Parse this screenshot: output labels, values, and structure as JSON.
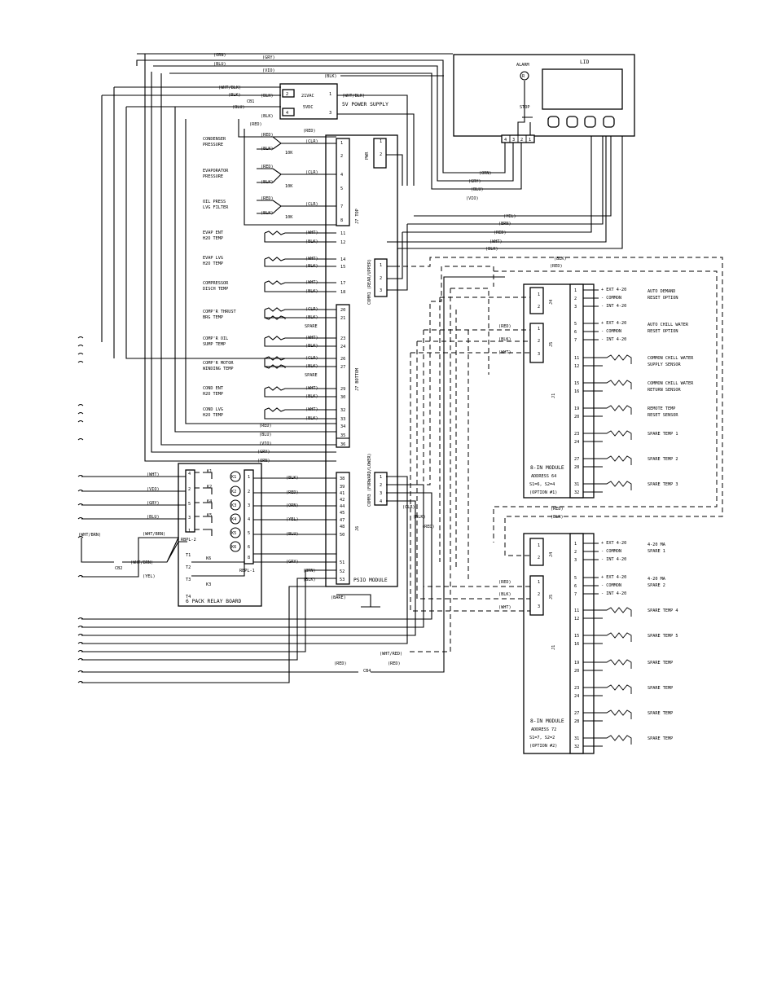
{
  "lid": {
    "title": "LID",
    "alarm": "ALARM",
    "stop": "STOP",
    "terminals": [
      "4",
      "3",
      "2",
      "1"
    ]
  },
  "power_supply": {
    "title": "5V POWER SUPPLY",
    "vac": "21VAC",
    "vdc": "5VDC",
    "pins": [
      "2",
      "4",
      "1",
      "3"
    ],
    "cb": "CB1"
  },
  "psio": {
    "title": "PSIO MODULE",
    "pwr": "PWR",
    "j7top": "J7 TOP",
    "j7bottom": "J7 BOTTOM",
    "j6": "J6",
    "comm1": "COMM1 (REAR/UPPER)",
    "comm3": "COMM3 (FORWARD/LOWER)"
  },
  "sensors": [
    {
      "label1": "CONDENSER",
      "label2": "PRESSURE"
    },
    {
      "label1": "EVAPORATOR",
      "label2": "PRESSURE"
    },
    {
      "label1": "OIL PRESS",
      "label2": "LVG FILTER"
    },
    {
      "label1": "EVAP ENT",
      "label2": "H2O TEMP"
    },
    {
      "label1": "EVAP LVG",
      "label2": "H2O TEMP"
    },
    {
      "label1": "COMPRESSOR",
      "label2": "DISCH TEMP"
    },
    {
      "label1": "COMP'R THRUST",
      "label2": "BRG TEMP"
    },
    {
      "label1": "COMP'R OIL",
      "label2": "SUMP TEMP"
    },
    {
      "label1": "COMP'R MOTOR",
      "label2": "WINDING TEMP"
    },
    {
      "label1": "COND ENT",
      "label2": "H2O TEMP"
    },
    {
      "label1": "COND LVG",
      "label2": "H2O TEMP"
    }
  ],
  "j7_pins": [
    "1",
    "2",
    "4",
    "5",
    "7",
    "8",
    "11",
    "12",
    "14",
    "15",
    "17",
    "18",
    "20",
    "21",
    "23",
    "24",
    "26",
    "27",
    "29",
    "30",
    "32",
    "33",
    "34",
    "35",
    "36"
  ],
  "j6_pins": [
    "38",
    "39",
    "41",
    "42",
    "44",
    "45",
    "47",
    "48",
    "50",
    "51",
    "52",
    "53"
  ],
  "wires": {
    "orn": "(ORN)",
    "gry": "(GRY)",
    "blu": "(BLU)",
    "vio": "(VIO)",
    "blk": "(BLK)",
    "wht_blk": "(WHT/BLK)",
    "red": "(RED)",
    "clr": "(CLR)",
    "wht": "(WHT)",
    "yel": "(YEL)",
    "brn": "(BRN)",
    "bare": "(BARE)",
    "wht_red": "(WHT/RED)",
    "wht_brn": "(WHT/BRN)",
    "spare": "SPARE",
    "tenk": "10K"
  },
  "relay_board": {
    "title": "6 PACK RELAY BOARD",
    "rbpl1": "RBPL-1",
    "rbpl2": "RBPL-2",
    "relays": [
      "K1",
      "K2",
      "K3",
      "K4",
      "K5",
      "K6"
    ],
    "t": [
      "T1",
      "T2",
      "T3",
      "T4"
    ],
    "cb2": "CB2",
    "cb4": "CB4"
  },
  "module1": {
    "title": "8-IN MODULE",
    "address": "ADDRESS 64",
    "switch": "S1=6, S2=4",
    "option": "(OPTION #1)",
    "j4": "J4",
    "j5": "J5",
    "j1": "J1",
    "inputs": [
      {
        "pins": [
          "1",
          "2",
          "3"
        ],
        "a": "+ EXT 4-20",
        "b": "- COMMON",
        "c": "- INT 4-20",
        "l1": "AUTO DEMAND",
        "l2": "RESET OPTION"
      },
      {
        "pins": [
          "5",
          "6",
          "7"
        ],
        "a": "+ EXT 4-20",
        "b": "- COMMON",
        "c": "- INT 4-20",
        "l1": "AUTO CHILL WATER",
        "l2": "RESET OPTION"
      },
      {
        "pins": [
          "11",
          "12"
        ],
        "l1": "COMMON CHILL WATER",
        "l2": "SUPPLY SENSOR"
      },
      {
        "pins": [
          "15",
          "16"
        ],
        "l1": "COMMON CHILL WATER",
        "l2": "RETURN SENSOR"
      },
      {
        "pins": [
          "19",
          "20"
        ],
        "l1": "REMOTE TEMP",
        "l2": "RESET SENSOR"
      },
      {
        "pins": [
          "23",
          "24"
        ],
        "l1": "SPARE TEMP 1",
        "l2": ""
      },
      {
        "pins": [
          "27",
          "28"
        ],
        "l1": "SPARE TEMP 2",
        "l2": ""
      },
      {
        "pins": [
          "31",
          "32"
        ],
        "l1": "SPARE TEMP 3",
        "l2": ""
      }
    ]
  },
  "module2": {
    "title": "8-IN MODULE",
    "address": "ADDRESS 72",
    "switch": "S1=7, S2=2",
    "option": "(OPTION #2)",
    "j4": "J4",
    "j5": "J5",
    "j1": "J1",
    "inputs": [
      {
        "pins": [
          "1",
          "2",
          "3"
        ],
        "a": "+ EXT 4-20",
        "b": "- COMMON",
        "c": "- INT 4-20",
        "l1": "4-20 MA",
        "l2": "SPARE 1"
      },
      {
        "pins": [
          "5",
          "6",
          "7"
        ],
        "a": "+ EXT 4-20",
        "b": "- COMMON",
        "c": "- INT 4-20",
        "l1": "4-20 MA",
        "l2": "SPARE 2"
      },
      {
        "pins": [
          "11",
          "12"
        ],
        "l1": "SPARE TEMP 4",
        "l2": ""
      },
      {
        "pins": [
          "15",
          "16"
        ],
        "l1": "SPARE TEMP 5",
        "l2": ""
      },
      {
        "pins": [
          "19",
          "20"
        ],
        "l1": "SPARE TEMP",
        "l2": ""
      },
      {
        "pins": [
          "23",
          "24"
        ],
        "l1": "SPARE TEMP",
        "l2": ""
      },
      {
        "pins": [
          "27",
          "28"
        ],
        "l1": "SPARE TEMP",
        "l2": ""
      },
      {
        "pins": [
          "31",
          "32"
        ],
        "l1": "SPARE TEMP",
        "l2": ""
      }
    ]
  }
}
